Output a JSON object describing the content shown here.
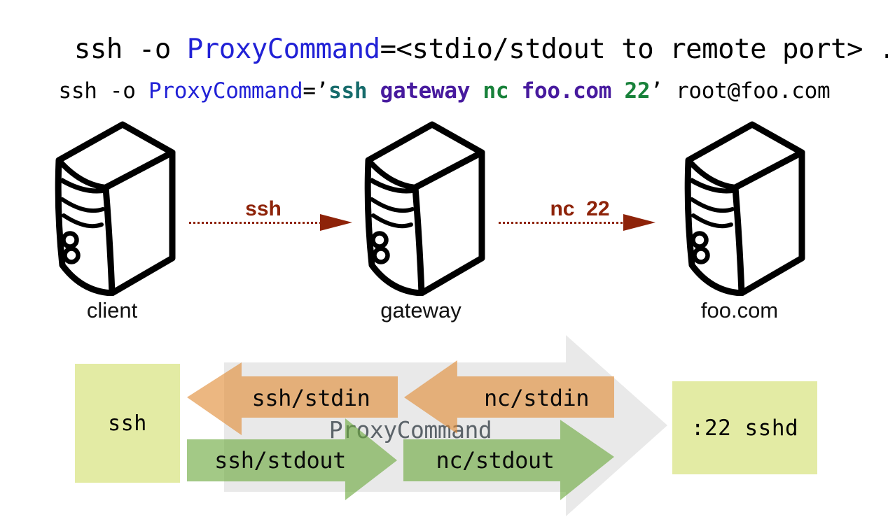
{
  "colors": {
    "code-blue": "#2121d6",
    "code-teal": "#166b6b",
    "code-purple": "#471a9e",
    "code-green": "#18813a",
    "arrow-red": "#8e2309",
    "gray-arrow": "#e9e9e9",
    "orange-arrow": "rgba(224,138,51,0.62)",
    "green-arrow": "rgba(106,168,60,0.62)",
    "yellow-box": "#e3eba4",
    "proxy-text": "#5b6369"
  },
  "title_line": {
    "segments": [
      {
        "text": "ssh -o "
      },
      {
        "text": "ProxyCommand"
      },
      {
        "text": "=<stdio/stdout to remote port> ..."
      }
    ]
  },
  "example_line": {
    "segments": [
      {
        "text": "ssh -o "
      },
      {
        "text": "ProxyCommand"
      },
      {
        "text": "=’"
      },
      {
        "text": "ssh "
      },
      {
        "text": "gateway "
      },
      {
        "text": "nc "
      },
      {
        "text": "foo.com "
      },
      {
        "text": "22"
      },
      {
        "text": "’ root@foo.com"
      }
    ]
  },
  "servers": [
    {
      "label": "client"
    },
    {
      "label": "gateway"
    },
    {
      "label": "foo.com"
    }
  ],
  "network_arrows": [
    {
      "label": "ssh"
    },
    {
      "label": "nc  22"
    }
  ],
  "flow": {
    "left_box": {
      "label": "ssh"
    },
    "right_box": {
      "label": ":22 sshd"
    },
    "center_label": "ProxyCommand",
    "stdin_arrows": [
      {
        "label": "ssh/stdin",
        "direction": "left"
      },
      {
        "label": "nc/stdin",
        "direction": "left"
      }
    ],
    "stdout_arrows": [
      {
        "label": "ssh/stdout",
        "direction": "right"
      },
      {
        "label": "nc/stdout",
        "direction": "right"
      }
    ]
  }
}
